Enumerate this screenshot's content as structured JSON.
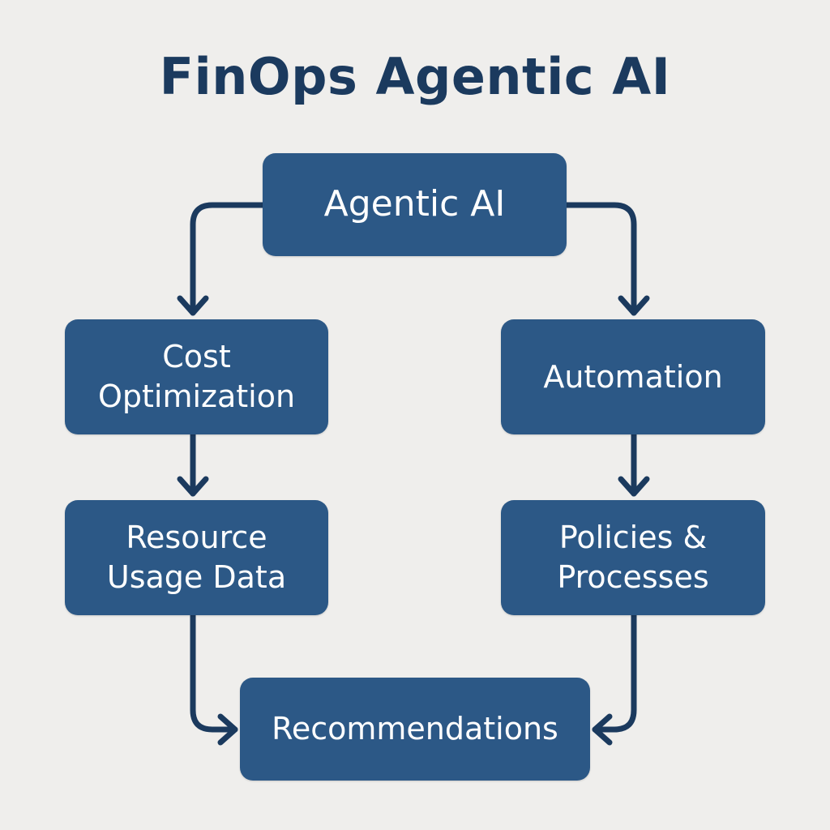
{
  "title": "FinOps Agentic AI",
  "colors": {
    "background": "#efeeec",
    "node_fill": "#2c5886",
    "node_text": "#ffffff",
    "title_text": "#1b3a5e",
    "connector": "#1b3a5e"
  },
  "nodes": {
    "agentic_ai": {
      "lines": [
        "Agentic AI"
      ]
    },
    "cost_optimization": {
      "lines": [
        "Cost",
        "Optimization"
      ]
    },
    "automation": {
      "lines": [
        "Automation"
      ]
    },
    "resource_usage_data": {
      "lines": [
        "Resource",
        "Usage Data"
      ]
    },
    "policies_processes": {
      "lines": [
        "Policies &",
        "Processes"
      ]
    },
    "recommendations": {
      "lines": [
        "Recommendations"
      ]
    }
  },
  "edges": [
    {
      "from": "Agentic AI",
      "to": "Cost Optimization"
    },
    {
      "from": "Agentic AI",
      "to": "Automation"
    },
    {
      "from": "Cost Optimization",
      "to": "Resource Usage Data"
    },
    {
      "from": "Automation",
      "to": "Policies & Processes"
    },
    {
      "from": "Resource Usage Data",
      "to": "Recommendations"
    },
    {
      "from": "Policies & Processes",
      "to": "Recommendations"
    }
  ]
}
